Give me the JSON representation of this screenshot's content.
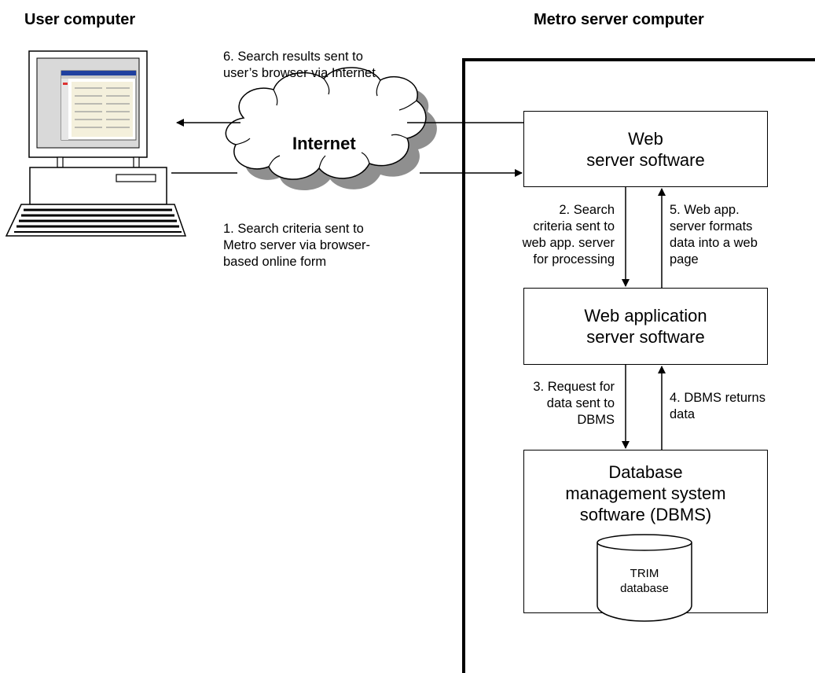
{
  "headings": {
    "user": "User computer",
    "server": "Metro server computer"
  },
  "cloud": {
    "label": "Internet"
  },
  "boxes": {
    "web_server": "Web\nserver software",
    "web_app": "Web application\nserver software",
    "dbms": "Database\nmanagement system\nsoftware (DBMS)"
  },
  "database": {
    "label": "TRIM\ndatabase"
  },
  "steps": {
    "step1": "1. Search criteria sent to\nMetro server via browser-\nbased online form",
    "step2": "2. Search\ncriteria sent to\nweb app. server\nfor processing",
    "step3": "3. Request for\ndata sent to\nDBMS",
    "step4": "4. DBMS returns\ndata",
    "step5": "5. Web app.\nserver formats\ndata into a web\npage",
    "step6": "6. Search results sent to\nuser’s browser via Internet"
  }
}
